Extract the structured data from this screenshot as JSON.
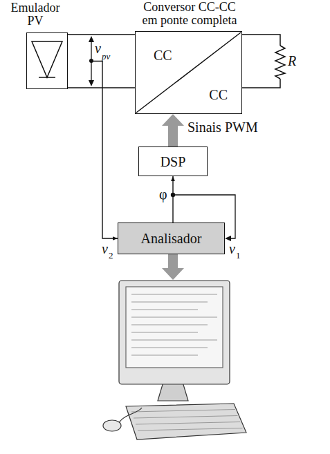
{
  "diagram": {
    "nodes": [
      {
        "text": [
          "Emulador PV"
        ]
      },
      {
        "text": [
          "Conversor CC-CC em ponte completa",
          "CC",
          "CC"
        ]
      },
      {
        "text": [
          "DSP"
        ]
      },
      {
        "text": [
          "Analisador"
        ]
      }
    ],
    "edges": [
      {
        "from": 0,
        "to": 1,
        "arrow": "none"
      },
      {
        "from": 2,
        "to": 1,
        "arrow": "to",
        "label": "Sinais PWM"
      },
      {
        "from": 3,
        "to": 2,
        "arrow": "to",
        "label": "φ"
      },
      {
        "from": 0,
        "to": 3,
        "arrow": "to"
      }
    ],
    "labels": [
      "v",
      "pv",
      "R",
      "v",
      "2",
      "v",
      "1"
    ]
  }
}
